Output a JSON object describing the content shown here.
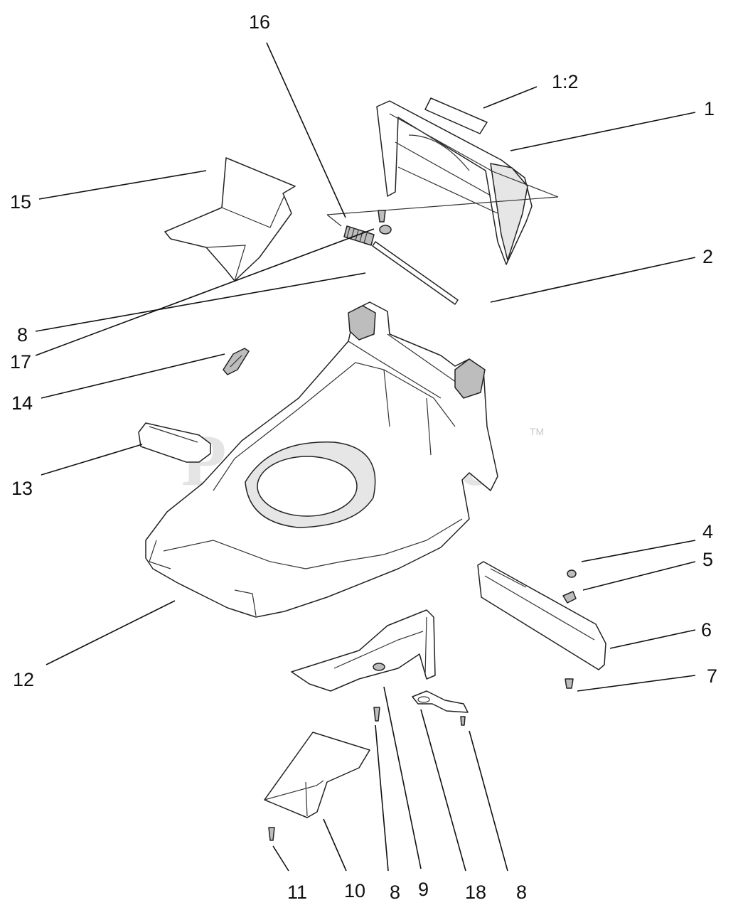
{
  "watermark": {
    "text": "PartsTree",
    "tm": "TM"
  },
  "callouts": [
    {
      "id": "c-1-2",
      "label": "1:2"
    },
    {
      "id": "c-1",
      "label": "1"
    },
    {
      "id": "c-16",
      "label": "16"
    },
    {
      "id": "c-15",
      "label": "15"
    },
    {
      "id": "c-2",
      "label": "2"
    },
    {
      "id": "c-8a",
      "label": "8"
    },
    {
      "id": "c-17",
      "label": "17"
    },
    {
      "id": "c-14",
      "label": "14"
    },
    {
      "id": "c-13",
      "label": "13"
    },
    {
      "id": "c-4",
      "label": "4"
    },
    {
      "id": "c-5",
      "label": "5"
    },
    {
      "id": "c-6",
      "label": "6"
    },
    {
      "id": "c-7",
      "label": "7"
    },
    {
      "id": "c-12",
      "label": "12"
    },
    {
      "id": "c-11",
      "label": "11"
    },
    {
      "id": "c-10",
      "label": "10"
    },
    {
      "id": "c-8b",
      "label": "8"
    },
    {
      "id": "c-9",
      "label": "9"
    },
    {
      "id": "c-18",
      "label": "18"
    },
    {
      "id": "c-8c",
      "label": "8"
    }
  ]
}
